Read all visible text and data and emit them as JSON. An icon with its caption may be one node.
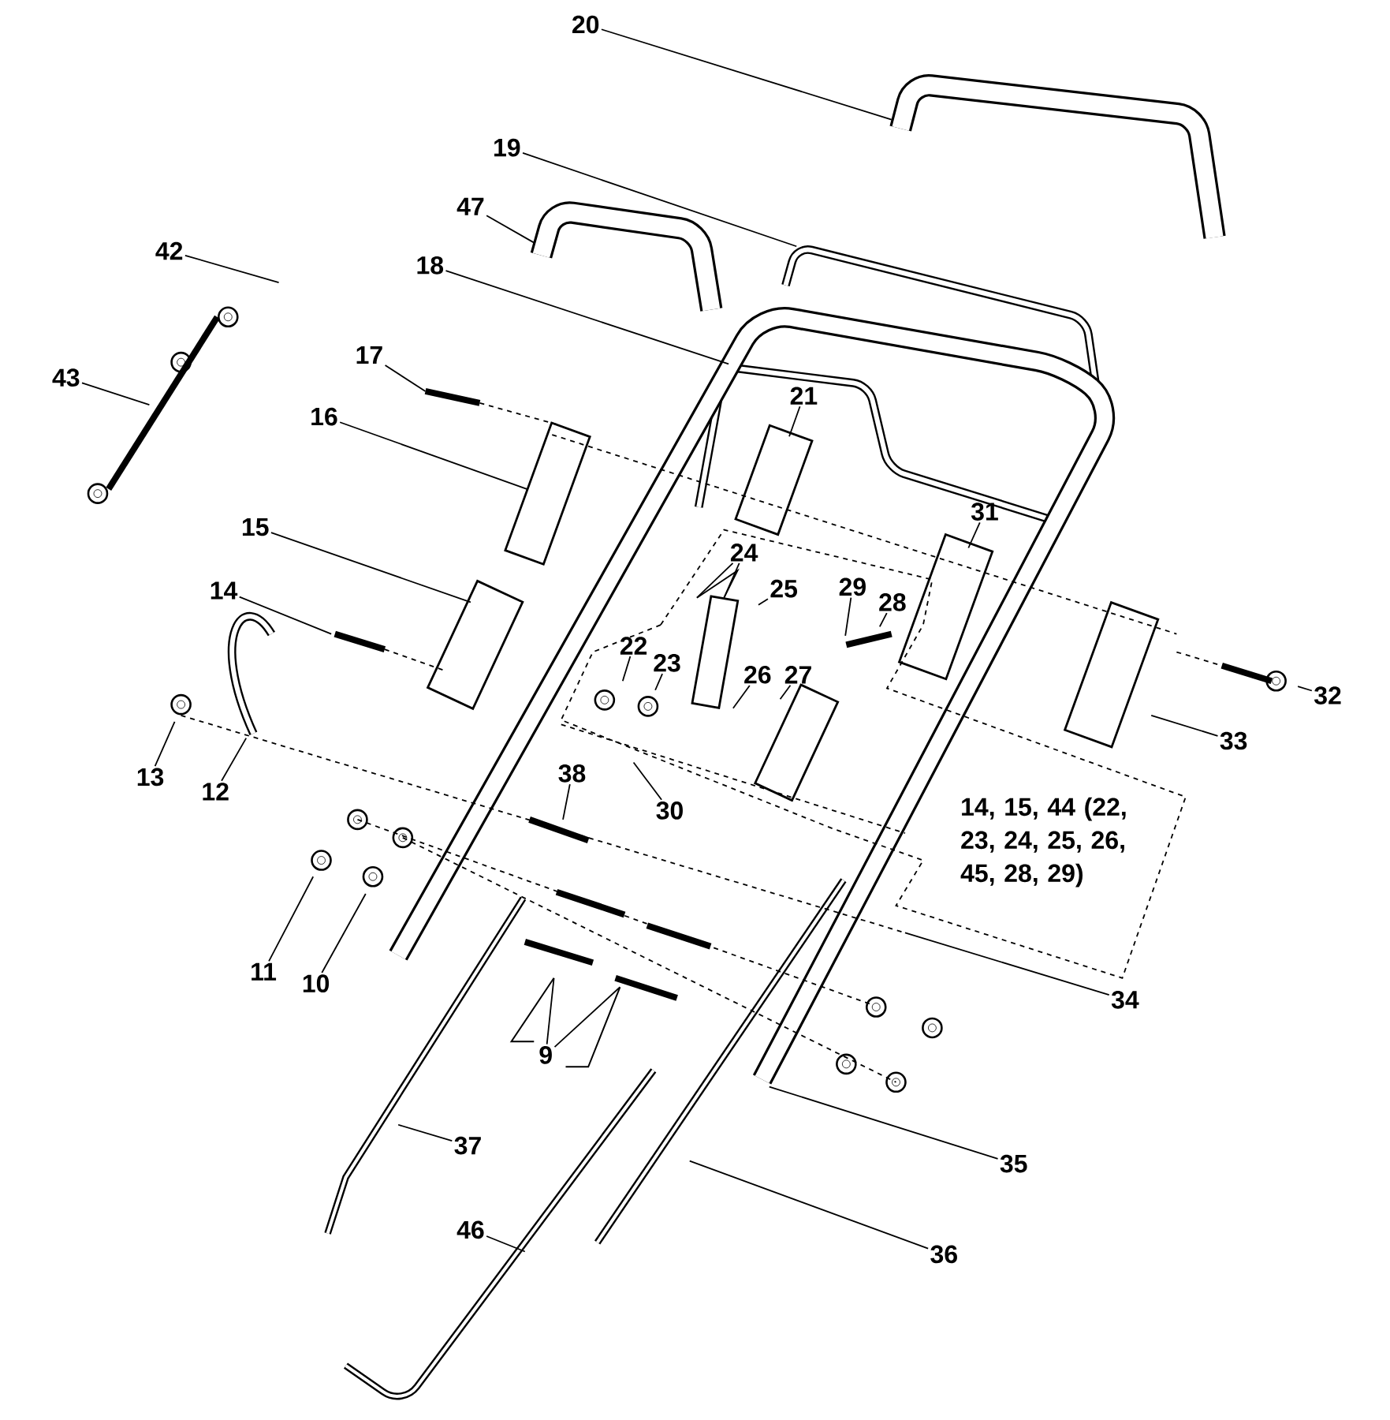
{
  "diagram": {
    "nodes": [
      {
        "text": [
          "20"
        ]
      },
      {
        "text": [
          "19"
        ]
      },
      {
        "text": [
          "47"
        ]
      },
      {
        "text": [
          "42"
        ]
      },
      {
        "text": [
          "18"
        ]
      },
      {
        "text": [
          "17"
        ]
      },
      {
        "text": [
          "43"
        ]
      },
      {
        "text": [
          "21"
        ]
      },
      {
        "text": [
          "16"
        ]
      },
      {
        "text": [
          "31"
        ]
      },
      {
        "text": [
          "24"
        ]
      },
      {
        "text": [
          "15"
        ]
      },
      {
        "text": [
          "29"
        ]
      },
      {
        "text": [
          "25"
        ]
      },
      {
        "text": [
          "28"
        ]
      },
      {
        "text": [
          "14"
        ]
      },
      {
        "text": [
          "22"
        ]
      },
      {
        "text": [
          "23"
        ]
      },
      {
        "text": [
          "26"
        ]
      },
      {
        "text": [
          "27"
        ]
      },
      {
        "text": [
          "32"
        ]
      },
      {
        "text": [
          "33"
        ]
      },
      {
        "text": [
          "13"
        ]
      },
      {
        "text": [
          "38"
        ]
      },
      {
        "text": [
          "12"
        ]
      },
      {
        "text": [
          "30"
        ]
      },
      {
        "text": [
          "14, 15, 44 (22, 23, 24, 25, 26, 45, 28, 29)"
        ]
      },
      {
        "text": [
          "11"
        ]
      },
      {
        "text": [
          "10"
        ]
      },
      {
        "text": [
          "34"
        ]
      },
      {
        "text": [
          "9"
        ]
      },
      {
        "text": [
          "35"
        ]
      },
      {
        "text": [
          "37"
        ]
      },
      {
        "text": [
          "46"
        ]
      },
      {
        "text": [
          "36"
        ]
      }
    ],
    "edges": [
      {
        "from": 0,
        "to": null,
        "arrow": "none"
      },
      {
        "from": 1,
        "to": null,
        "arrow": "none"
      },
      {
        "from": 2,
        "to": null,
        "arrow": "none"
      },
      {
        "from": 3,
        "to": null,
        "arrow": "none"
      },
      {
        "from": 4,
        "to": null,
        "arrow": "none"
      },
      {
        "from": 5,
        "to": null,
        "arrow": "none"
      },
      {
        "from": 6,
        "to": null,
        "arrow": "none"
      },
      {
        "from": 7,
        "to": null,
        "arrow": "none"
      },
      {
        "from": 8,
        "to": null,
        "arrow": "none"
      },
      {
        "from": 9,
        "to": null,
        "arrow": "none"
      },
      {
        "from": 10,
        "to": null,
        "arrow": "none"
      },
      {
        "from": 10,
        "to": null,
        "arrow": "none"
      },
      {
        "from": 11,
        "to": null,
        "arrow": "none"
      },
      {
        "from": 12,
        "to": null,
        "arrow": "none"
      },
      {
        "from": 13,
        "to": null,
        "arrow": "none"
      },
      {
        "from": 14,
        "to": null,
        "arrow": "none"
      },
      {
        "from": 15,
        "to": null,
        "arrow": "none"
      },
      {
        "from": 16,
        "to": null,
        "arrow": "none"
      },
      {
        "from": 17,
        "to": null,
        "arrow": "none"
      },
      {
        "from": 18,
        "to": null,
        "arrow": "none"
      },
      {
        "from": 19,
        "to": null,
        "arrow": "none"
      },
      {
        "from": 20,
        "to": null,
        "arrow": "none"
      },
      {
        "from": 21,
        "to": null,
        "arrow": "none"
      },
      {
        "from": 22,
        "to": null,
        "arrow": "none"
      },
      {
        "from": 23,
        "to": null,
        "arrow": "none"
      },
      {
        "from": 24,
        "to": null,
        "arrow": "none"
      },
      {
        "from": 25,
        "to": null,
        "arrow": "none"
      },
      {
        "from": 27,
        "to": null,
        "arrow": "none"
      },
      {
        "from": 28,
        "to": null,
        "arrow": "none"
      },
      {
        "from": 29,
        "to": null,
        "arrow": "none"
      },
      {
        "from": 30,
        "to": null,
        "arrow": "none"
      },
      {
        "from": 30,
        "to": null,
        "arrow": "none"
      },
      {
        "from": 31,
        "to": null,
        "arrow": "none"
      },
      {
        "from": 32,
        "to": null,
        "arrow": "none"
      },
      {
        "from": 33,
        "to": null,
        "arrow": "none"
      },
      {
        "from": 34,
        "to": null,
        "arrow": "none"
      }
    ]
  }
}
